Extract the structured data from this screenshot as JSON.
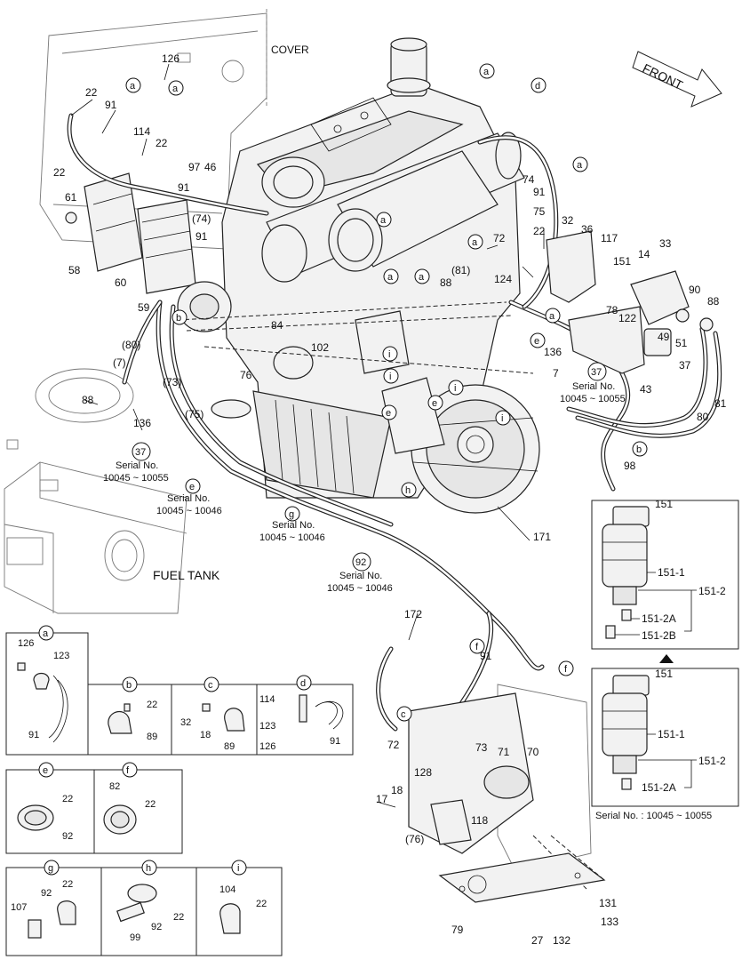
{
  "labels": {
    "cover": "COVER",
    "front": "FRONT",
    "fuel_tank": "FUEL TANK",
    "serial_no": "Serial No.",
    "serial_range_a": "10045 ~ 10055",
    "serial_range_b": "10045 ~ 10046",
    "serial_range_c": "10045 ~ 10055",
    "serial_footer": "Serial No. : 10045 ~ 10055"
  },
  "callouts": {
    "c126": "126",
    "c22": "22",
    "c91": "91",
    "c114": "114",
    "c97": "97",
    "c46": "46",
    "c61": "61",
    "c58": "58",
    "c60": "60",
    "c59": "59",
    "c74p": "(74)",
    "c80p": "(80)",
    "c7p": "(7)",
    "c88": "88",
    "c136": "136",
    "c73p": "(73)",
    "c75p": "(75)",
    "c76": "76",
    "c84": "84",
    "c102": "102",
    "c81p": "(81)",
    "c124": "124",
    "c72": "72",
    "c74": "74",
    "c75": "75",
    "c32": "32",
    "c36": "36",
    "c117": "117",
    "c33": "33",
    "c14": "14",
    "c151": "151",
    "c90": "90",
    "c78": "78",
    "c122": "122",
    "c49": "49",
    "c51": "51",
    "c37": "37",
    "c43": "43",
    "c7": "7",
    "c81": "81",
    "c80": "80",
    "c98": "98",
    "c171": "171",
    "c92": "92",
    "c172": "172",
    "c73": "73",
    "c71": "71",
    "c70": "70",
    "c128": "128",
    "c17": "17",
    "c18": "18",
    "c76p": "(76)",
    "c118": "118",
    "c79": "79",
    "c27": "27",
    "c132": "132",
    "c131": "131",
    "c133": "133",
    "c151_1": "151-1",
    "c151_2": "151-2",
    "c151_2a": "151-2A",
    "c151_2b": "151-2B",
    "c123": "123",
    "c89": "89",
    "c82": "82",
    "c107": "107",
    "c99": "99",
    "c104": "104"
  },
  "detail_letters": [
    "a",
    "b",
    "c",
    "d",
    "e",
    "f",
    "g",
    "h",
    "i"
  ],
  "colors": {
    "ink": "#111111",
    "paper": "#ffffff",
    "fill": "#f2f2f2"
  }
}
